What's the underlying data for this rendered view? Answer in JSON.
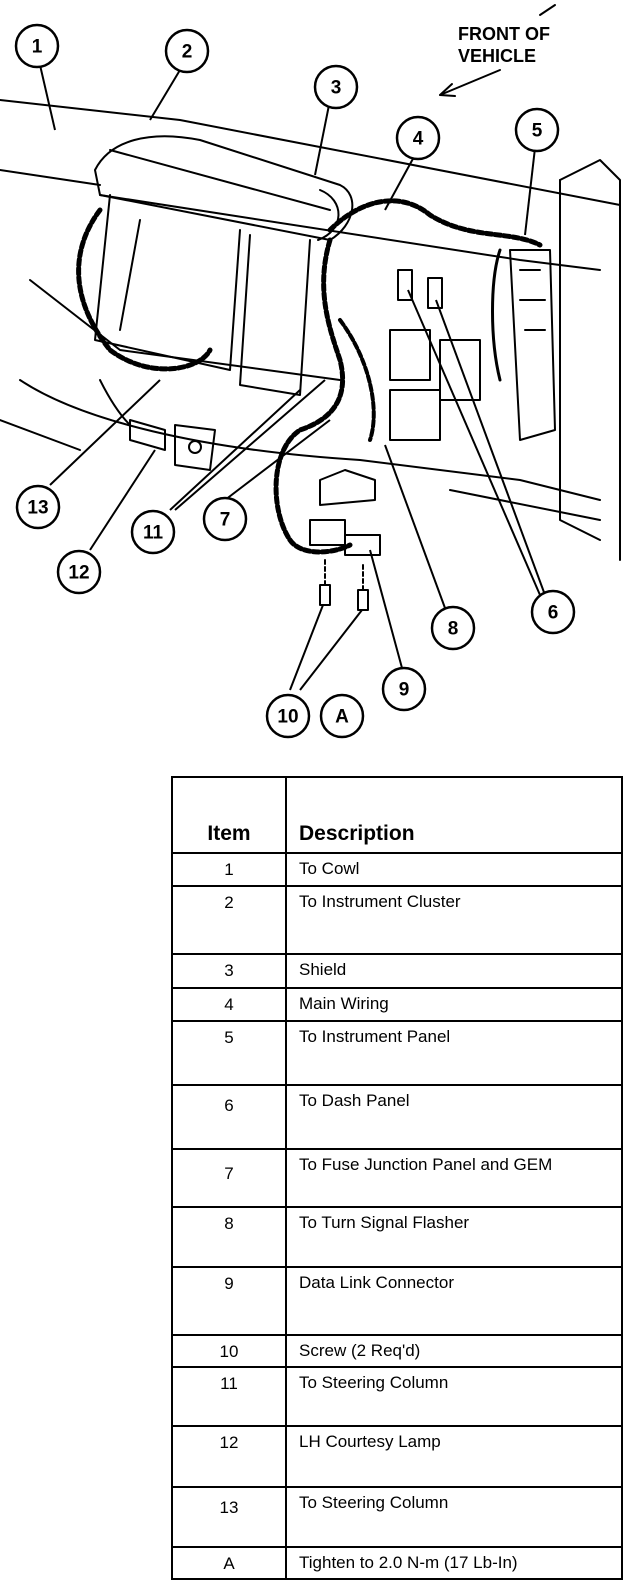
{
  "diagram": {
    "front_label_line1": "FRONT OF",
    "front_label_line2": "VEHICLE",
    "callouts": [
      "1",
      "2",
      "3",
      "4",
      "5",
      "6",
      "7",
      "8",
      "9",
      "10",
      "A",
      "11",
      "12",
      "13"
    ]
  },
  "legend": {
    "header_item": "Item",
    "header_description": "Description",
    "rows": [
      {
        "item": "1",
        "description": "To Cowl"
      },
      {
        "item": "2",
        "description": "To Instrument Cluster"
      },
      {
        "item": "3",
        "description": "Shield"
      },
      {
        "item": "4",
        "description": "Main Wiring"
      },
      {
        "item": "5",
        "description": "To Instrument Panel"
      },
      {
        "item": "6",
        "description": "To Dash Panel"
      },
      {
        "item": "7",
        "description": "To Fuse Junction Panel and GEM"
      },
      {
        "item": "8",
        "description": "To Turn Signal Flasher"
      },
      {
        "item": "9",
        "description": "Data Link Connector"
      },
      {
        "item": "10",
        "description": "Screw (2 Req'd)"
      },
      {
        "item": "11",
        "description": "To Steering Column"
      },
      {
        "item": "12",
        "description": "LH Courtesy Lamp"
      },
      {
        "item": "13",
        "description": "To Steering Column"
      },
      {
        "item": "A",
        "description": "Tighten to 2.0 N-m (17 Lb-In)"
      }
    ]
  }
}
